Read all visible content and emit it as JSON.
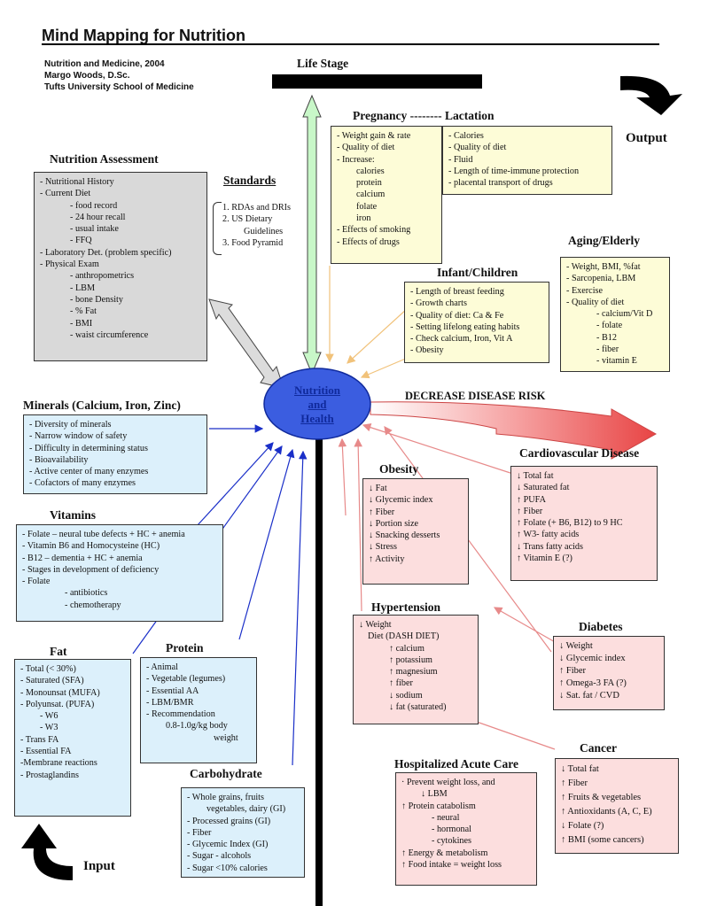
{
  "title": "Mind Mapping for Nutrition",
  "credit": [
    "Nutrition and Medicine, 2004",
    "Margo Woods, D.Sc.",
    "Tufts University School of Medicine"
  ],
  "labels": {
    "life_stage": "Life Stage",
    "output": "Output",
    "input": "Input",
    "decrease": "DECREASE  DISEASE RISK"
  },
  "center": {
    "line1": "Nutrition",
    "line2": "and",
    "line3": "Health"
  },
  "standards": {
    "title": "Standards",
    "items": [
      "1. RDAs and DRIs",
      "2. US Dietary",
      "Guidelines",
      "3. Food Pyramid"
    ]
  },
  "assessment": {
    "title": "Nutrition Assessment",
    "items": [
      "- Nutritional History",
      "- Current Diet",
      "- food record",
      "- 24 hour recall",
      "- usual intake",
      "- FFQ",
      "- Laboratory Det. (problem specific)",
      "- Physical Exam",
      "- anthropometrics",
      "- LBM",
      "- bone Density",
      "- % Fat",
      "- BMI",
      "- waist circumference"
    ]
  },
  "pregnancy": {
    "title": "Pregnancy -------- Lactation",
    "left": [
      "- Weight gain & rate",
      "- Quality of diet",
      "- Increase:",
      "calories",
      "protein",
      "calcium",
      "folate",
      "iron",
      "- Effects of smoking",
      "- Effects of drugs"
    ],
    "right": [
      "- Calories",
      "- Quality of diet",
      "- Fluid",
      "- Length of time-immune protection",
      "- placental transport of drugs"
    ]
  },
  "aging": {
    "title": "Aging/Elderly",
    "items": [
      "- Weight, BMI, %fat",
      "- Sarcopenia, LBM",
      "- Exercise",
      "- Quality of diet",
      "- calcium/Vit D",
      "- folate",
      "- B12",
      "- fiber",
      "- vitamin E"
    ]
  },
  "infant": {
    "title": "Infant/Children",
    "items": [
      "- Length of breast feeding",
      "- Growth charts",
      "- Quality of diet: Ca & Fe",
      "- Setting lifelong eating habits",
      "- Check calcium, Iron, Vit A",
      "- Obesity"
    ]
  },
  "minerals": {
    "title": "Minerals (Calcium, Iron, Zinc)",
    "items": [
      "- Diversity of minerals",
      "- Narrow window of safety",
      "- Difficulty in determining status",
      "- Bioavailability",
      "- Active center of many enzymes",
      "- Cofactors of many enzymes"
    ]
  },
  "vitamins": {
    "title": "Vitamins",
    "items": [
      "- Folate – neural tube defects + HC + anemia",
      "- Vitamin B6 and Homocysteine (HC)",
      "- B12 – dementia + HC + anemia",
      "- Stages in development of deficiency",
      "- Folate",
      "- antibiotics",
      "- chemotherapy"
    ]
  },
  "fat": {
    "title": "Fat",
    "items": [
      "- Total (< 30%)",
      "- Saturated (SFA)",
      "- Monounsat (MUFA)",
      "- Polyunsat. (PUFA)",
      "- W6",
      "- W3",
      "- Trans FA",
      "- Essential FA",
      "-Membrane reactions",
      "- Prostaglandins"
    ]
  },
  "protein": {
    "title": "Protein",
    "items": [
      "- Animal",
      "- Vegetable (legumes)",
      "- Essential AA",
      "- LBM/BMR",
      "- Recommendation",
      "0.8-1.0g/kg body",
      "weight"
    ]
  },
  "carbohydrate": {
    "title": "Carbohydrate",
    "items": [
      "- Whole grains, fruits",
      "vegetables, dairy (GI)",
      "- Processed grains (GI)",
      "- Fiber",
      "- Glycemic Index (GI)",
      "- Sugar - alcohols",
      "- Sugar <10% calories"
    ]
  },
  "obesity": {
    "title": "Obesity",
    "items": [
      "↓ Fat",
      "↓ Glycemic index",
      "↑ Fiber",
      "↓ Portion size",
      "↓ Snacking desserts",
      "↓ Stress",
      "↑ Activity"
    ]
  },
  "cardio": {
    "title": "Cardiovascular Disease",
    "items": [
      "↓ Total fat",
      "↓ Saturated fat",
      "↑ PUFA",
      "↑ Fiber",
      "↑ Folate (+ B6, B12) to 9 HC",
      "↑ W3- fatty acids",
      "↓ Trans fatty acids",
      "↑ Vitamin E (?)"
    ]
  },
  "hypertension": {
    "title": "Hypertension",
    "items": [
      "↓ Weight",
      "Diet (DASH DIET)",
      "↑ calcium",
      "↑ potassium",
      "↑ magnesium",
      "↑ fiber",
      "↓ sodium",
      "↓ fat (saturated)"
    ]
  },
  "diabetes": {
    "title": "Diabetes",
    "items": [
      "↓ Weight",
      "↓ Glycemic index",
      "↑ Fiber",
      "↑ Omega-3 FA (?)",
      "↓ Sat. fat / CVD"
    ]
  },
  "cancer": {
    "title": "Cancer",
    "items": [
      "↓ Total fat",
      "↑ Fiber",
      "↑ Fruits & vegetables",
      "↑ Antioxidants (A, C, E)",
      "↓ Folate (?)",
      "↑ BMI (some cancers)"
    ]
  },
  "hospital": {
    "title": "Hospitalized Acute Care",
    "items": [
      "· Prevent weight loss, and",
      "↓ LBM",
      "↑ Protein catabolism",
      "- neural",
      "- hormonal",
      "- cytokines",
      "↑ Energy  & metabolism",
      "↑ Food intake = weight loss"
    ]
  },
  "colors": {
    "gray": "#d9d9d9",
    "yellow": "#fdfcd7",
    "blue": "#dcf0fb",
    "pink": "#fcdede",
    "center": "#3b5de0",
    "arrow_green": "#c8f7c8",
    "arrow_red": "#f08080"
  }
}
